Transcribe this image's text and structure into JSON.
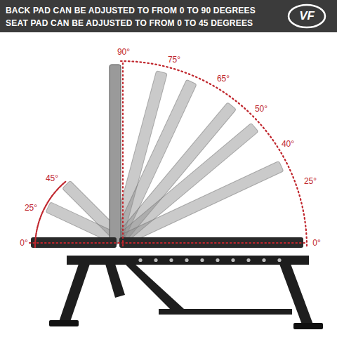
{
  "diagram": {
    "labels": [
      "BACK PAD CAN BE ADJUSTED TO FROM 0 TO 90 DEGREES",
      "SEAT PAD CAN BE ADJUSTED TO FROM 0 TO 45 DEGREES",
      "VF",
      "90°",
      "75°",
      "65°",
      "50°",
      "40°",
      "25°",
      "0°",
      "45°",
      "25°",
      "0°"
    ]
  }
}
